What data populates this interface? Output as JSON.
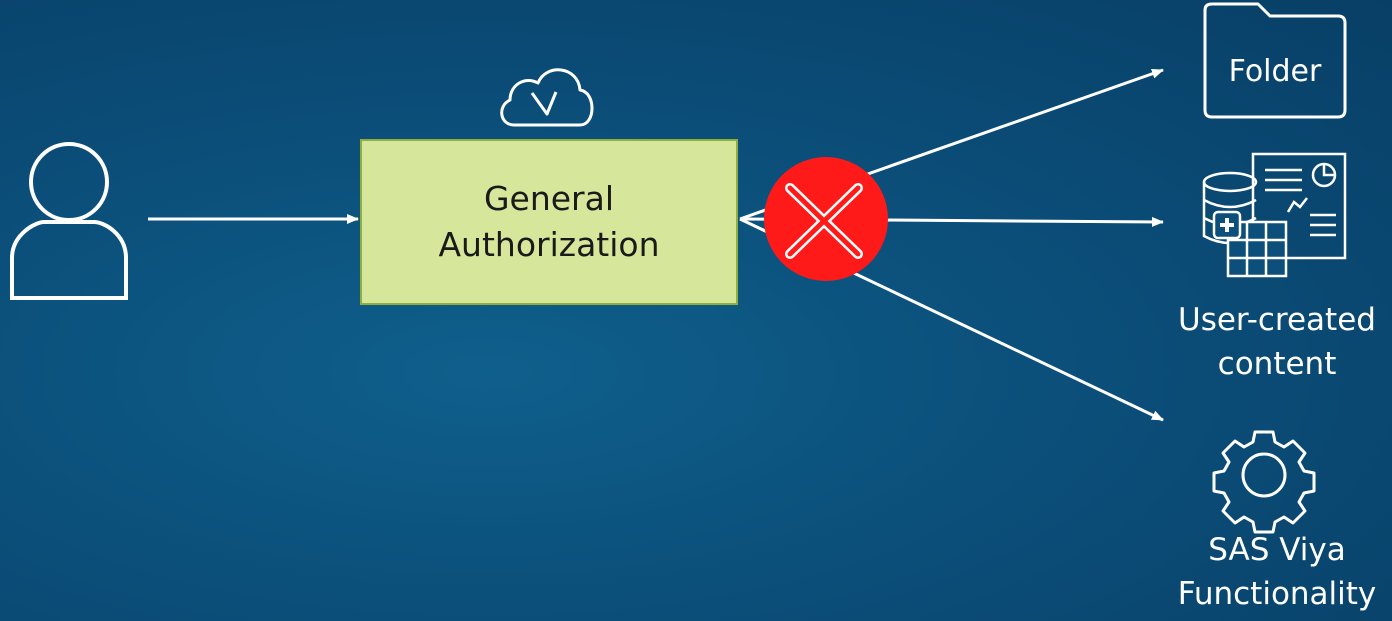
{
  "auth_box": {
    "line1": "General",
    "line2": "Authorization"
  },
  "targets": {
    "folder": {
      "label": "Folder"
    },
    "content": {
      "line1": "User-created",
      "line2": "content"
    },
    "functionality": {
      "line1": "SAS Viya",
      "line2": "Functionality"
    }
  },
  "colors": {
    "background": "#0b4f7a",
    "auth_box_fill": "#d6e69b",
    "auth_box_border": "#8fae3e",
    "deny_circle": "#ff1a1a",
    "lines": "#ffffff"
  },
  "icons": {
    "user": "user-icon",
    "cloud": "cloud-check-icon",
    "deny": "deny-x-icon",
    "folder": "folder-icon",
    "content": "content-documents-icon",
    "functionality": "gear-icon"
  }
}
